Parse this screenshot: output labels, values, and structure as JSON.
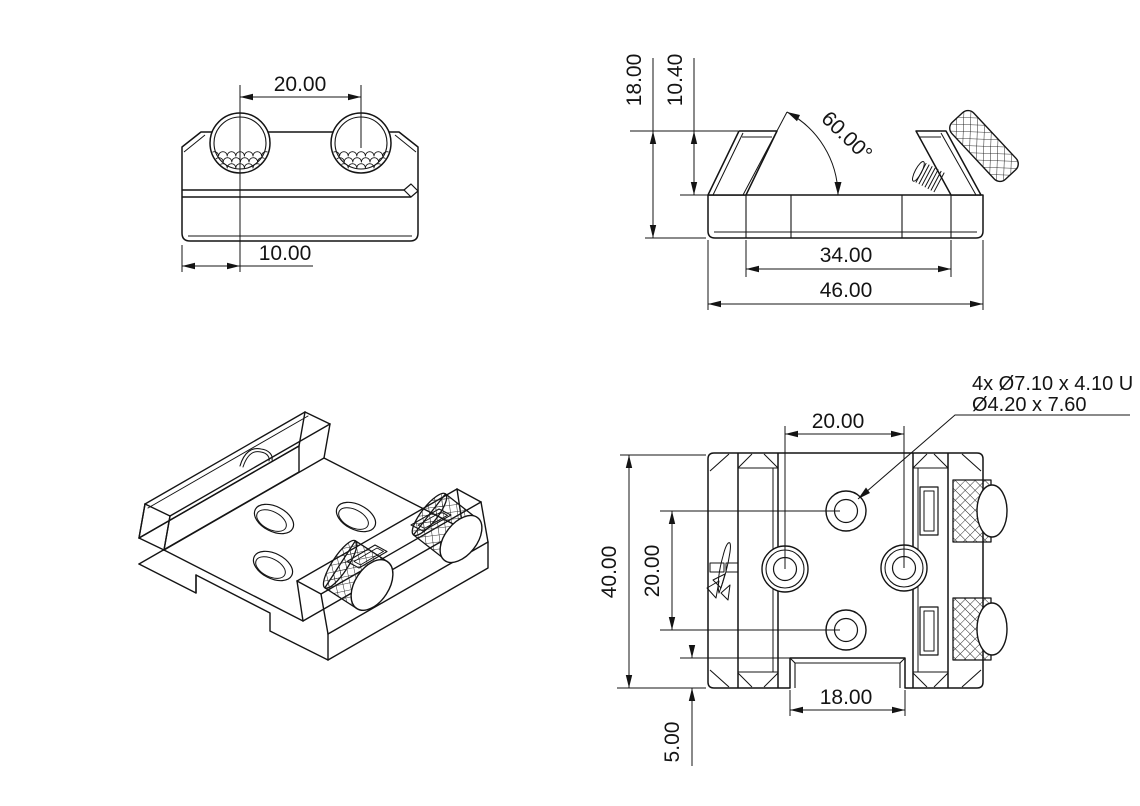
{
  "drawing": {
    "background": "#ffffff",
    "line_color": "#141414",
    "views": {
      "front": {
        "dim_knob_spacing": "20.00",
        "dim_edge_to_knob": "10.00"
      },
      "side": {
        "dim_overall_height": "18.00",
        "dim_channel_depth": "10.40",
        "dim_dovetail_angle": "60.00°",
        "dim_channel_width": "34.00",
        "dim_overall_width": "46.00"
      },
      "top": {
        "dim_hole_spacing_horizontal": "20.00",
        "dim_overall_length": "40.00",
        "dim_hole_spacing_vertical": "20.00",
        "dim_notch_width": "18.00",
        "dim_notch_depth": "5.00",
        "callout_line1": "4x Ø7.10 x 4.10 U",
        "callout_line2": "Ø4.20 x 7.60"
      }
    }
  }
}
